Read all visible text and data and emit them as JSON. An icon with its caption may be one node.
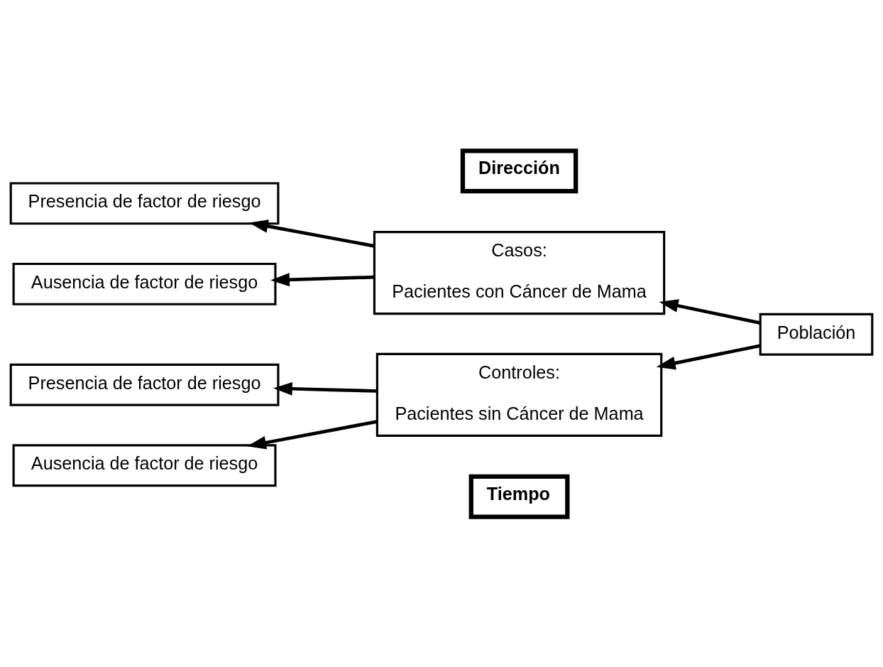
{
  "diagram": {
    "nodes": [
      {
        "text": [
          "Tiempo"
        ]
      },
      {
        "text": [
          "Presencia de factor de riesgo"
        ]
      },
      {
        "text": [
          "Casos:",
          "Pacientes con Cáncer de Mama"
        ]
      },
      {
        "text": [
          "Ausencia de factor de riesgo"
        ]
      },
      {
        "text": [
          "Población"
        ]
      },
      {
        "text": [
          "Presencia de factor de riesgo"
        ]
      },
      {
        "text": [
          "Controles:",
          "Pacientes sin Cáncer de Mama"
        ]
      },
      {
        "text": [
          "Ausencia de factor de riesgo"
        ]
      },
      {
        "text": [
          "Dirección"
        ]
      }
    ],
    "edges": [
      {
        "from": 2,
        "to": 1,
        "arrow": "to"
      },
      {
        "from": 2,
        "to": 3,
        "arrow": "to"
      },
      {
        "from": 4,
        "to": 2,
        "arrow": "to"
      },
      {
        "from": 4,
        "to": 6,
        "arrow": "to"
      },
      {
        "from": 6,
        "to": 5,
        "arrow": "to"
      },
      {
        "from": 6,
        "to": 7,
        "arrow": "to"
      }
    ]
  }
}
